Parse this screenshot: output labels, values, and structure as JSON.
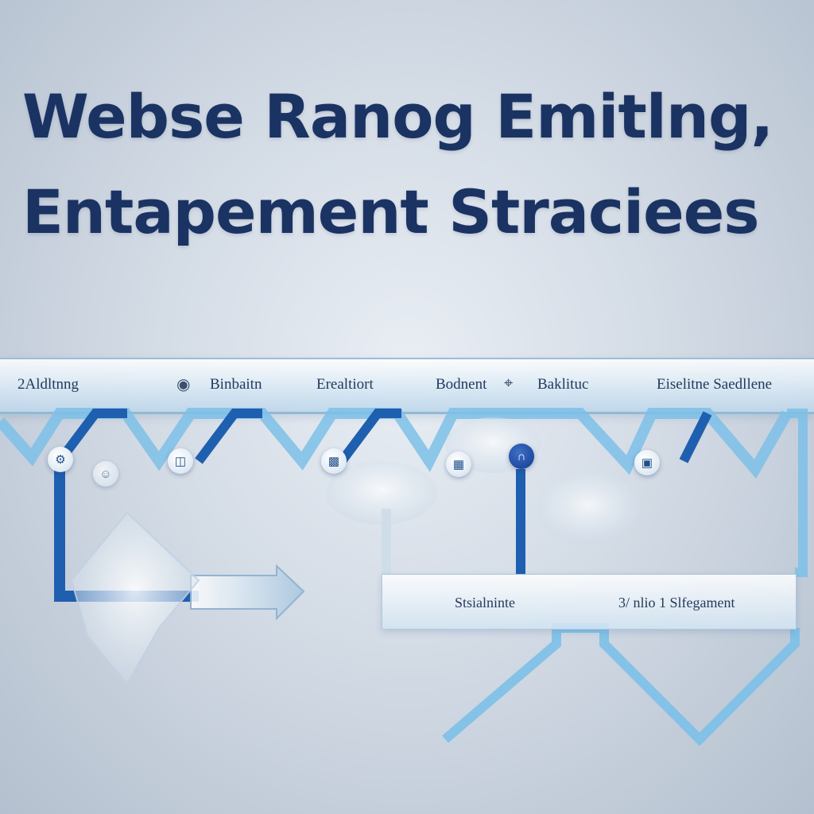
{
  "title": {
    "line1": "Webse  Ranog Emitlng,",
    "line2": "Entapement Straciees"
  },
  "band": {
    "items": [
      "2Aldltnng",
      "Binbaitn",
      "Erealtiort",
      "Bodnent",
      "Baklituc",
      "Eiselitne Saedllene"
    ]
  },
  "boxes": {
    "left_label": "Stsialninte",
    "right_label": "3/ nlio 1 Slfegament"
  },
  "colors": {
    "title": "#1b3363",
    "line_dark": "#1f5fb0",
    "line_light": "#6fb6e3",
    "band": "#d8e8f4"
  },
  "icons": {
    "node_1": "gear-icon",
    "node_2": "panel-icon",
    "node_3": "chart-icon",
    "node_4": "analytics-icon",
    "node_5": "magnet-icon",
    "node_6": "display-icon"
  }
}
